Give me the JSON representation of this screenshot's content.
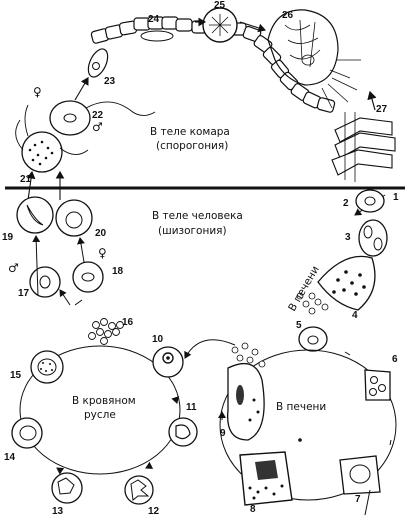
{
  "regions": {
    "mosquito": {
      "title": "В теле комара",
      "subtitle": "(спорогония)"
    },
    "human": {
      "title": "В теле человека",
      "subtitle": "(шизогония)"
    }
  },
  "cycles": {
    "blood": {
      "line1": "В кровяном",
      "line2": "русле"
    },
    "liver": {
      "label": "В печени"
    },
    "to_liver": {
      "label": "В печени"
    }
  },
  "numbers": [
    "1",
    "2",
    "3",
    "4",
    "5",
    "6",
    "7",
    "8",
    "9",
    "10",
    "11",
    "12",
    "13",
    "14",
    "15",
    "16",
    "17",
    "18",
    "19",
    "20",
    "21",
    "22",
    "23",
    "24",
    "25",
    "26",
    "27"
  ],
  "sex_symbols": {
    "female": "♀",
    "male": "♂"
  }
}
